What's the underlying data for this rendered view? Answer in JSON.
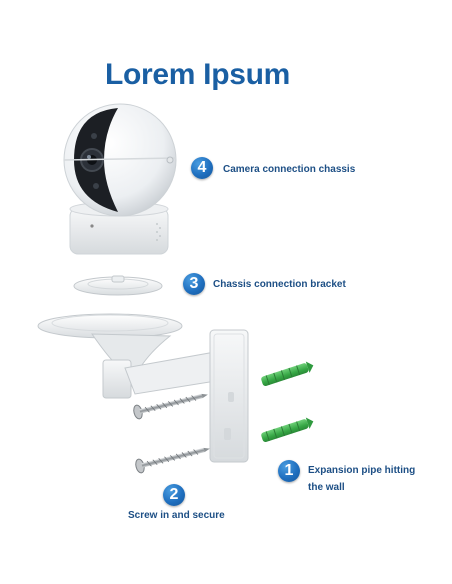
{
  "title": "Lorem Ipsum",
  "steps": [
    {
      "number": "4",
      "label": "Camera connection chassis"
    },
    {
      "number": "3",
      "label": "Chassis connection bracket"
    },
    {
      "number": "1",
      "label": "Expansion pipe hitting the wall"
    },
    {
      "number": "2",
      "label": "Screw in and secure"
    }
  ],
  "colors": {
    "title": "#1a5fa3",
    "badge": "#1f6fbf",
    "label": "#1d4f85",
    "anchor": "#3bb04a"
  },
  "illustration_parts": [
    "camera-icon",
    "mount-plate-icon",
    "wall-bracket-icon",
    "screw-icon",
    "wall-anchor-icon"
  ]
}
